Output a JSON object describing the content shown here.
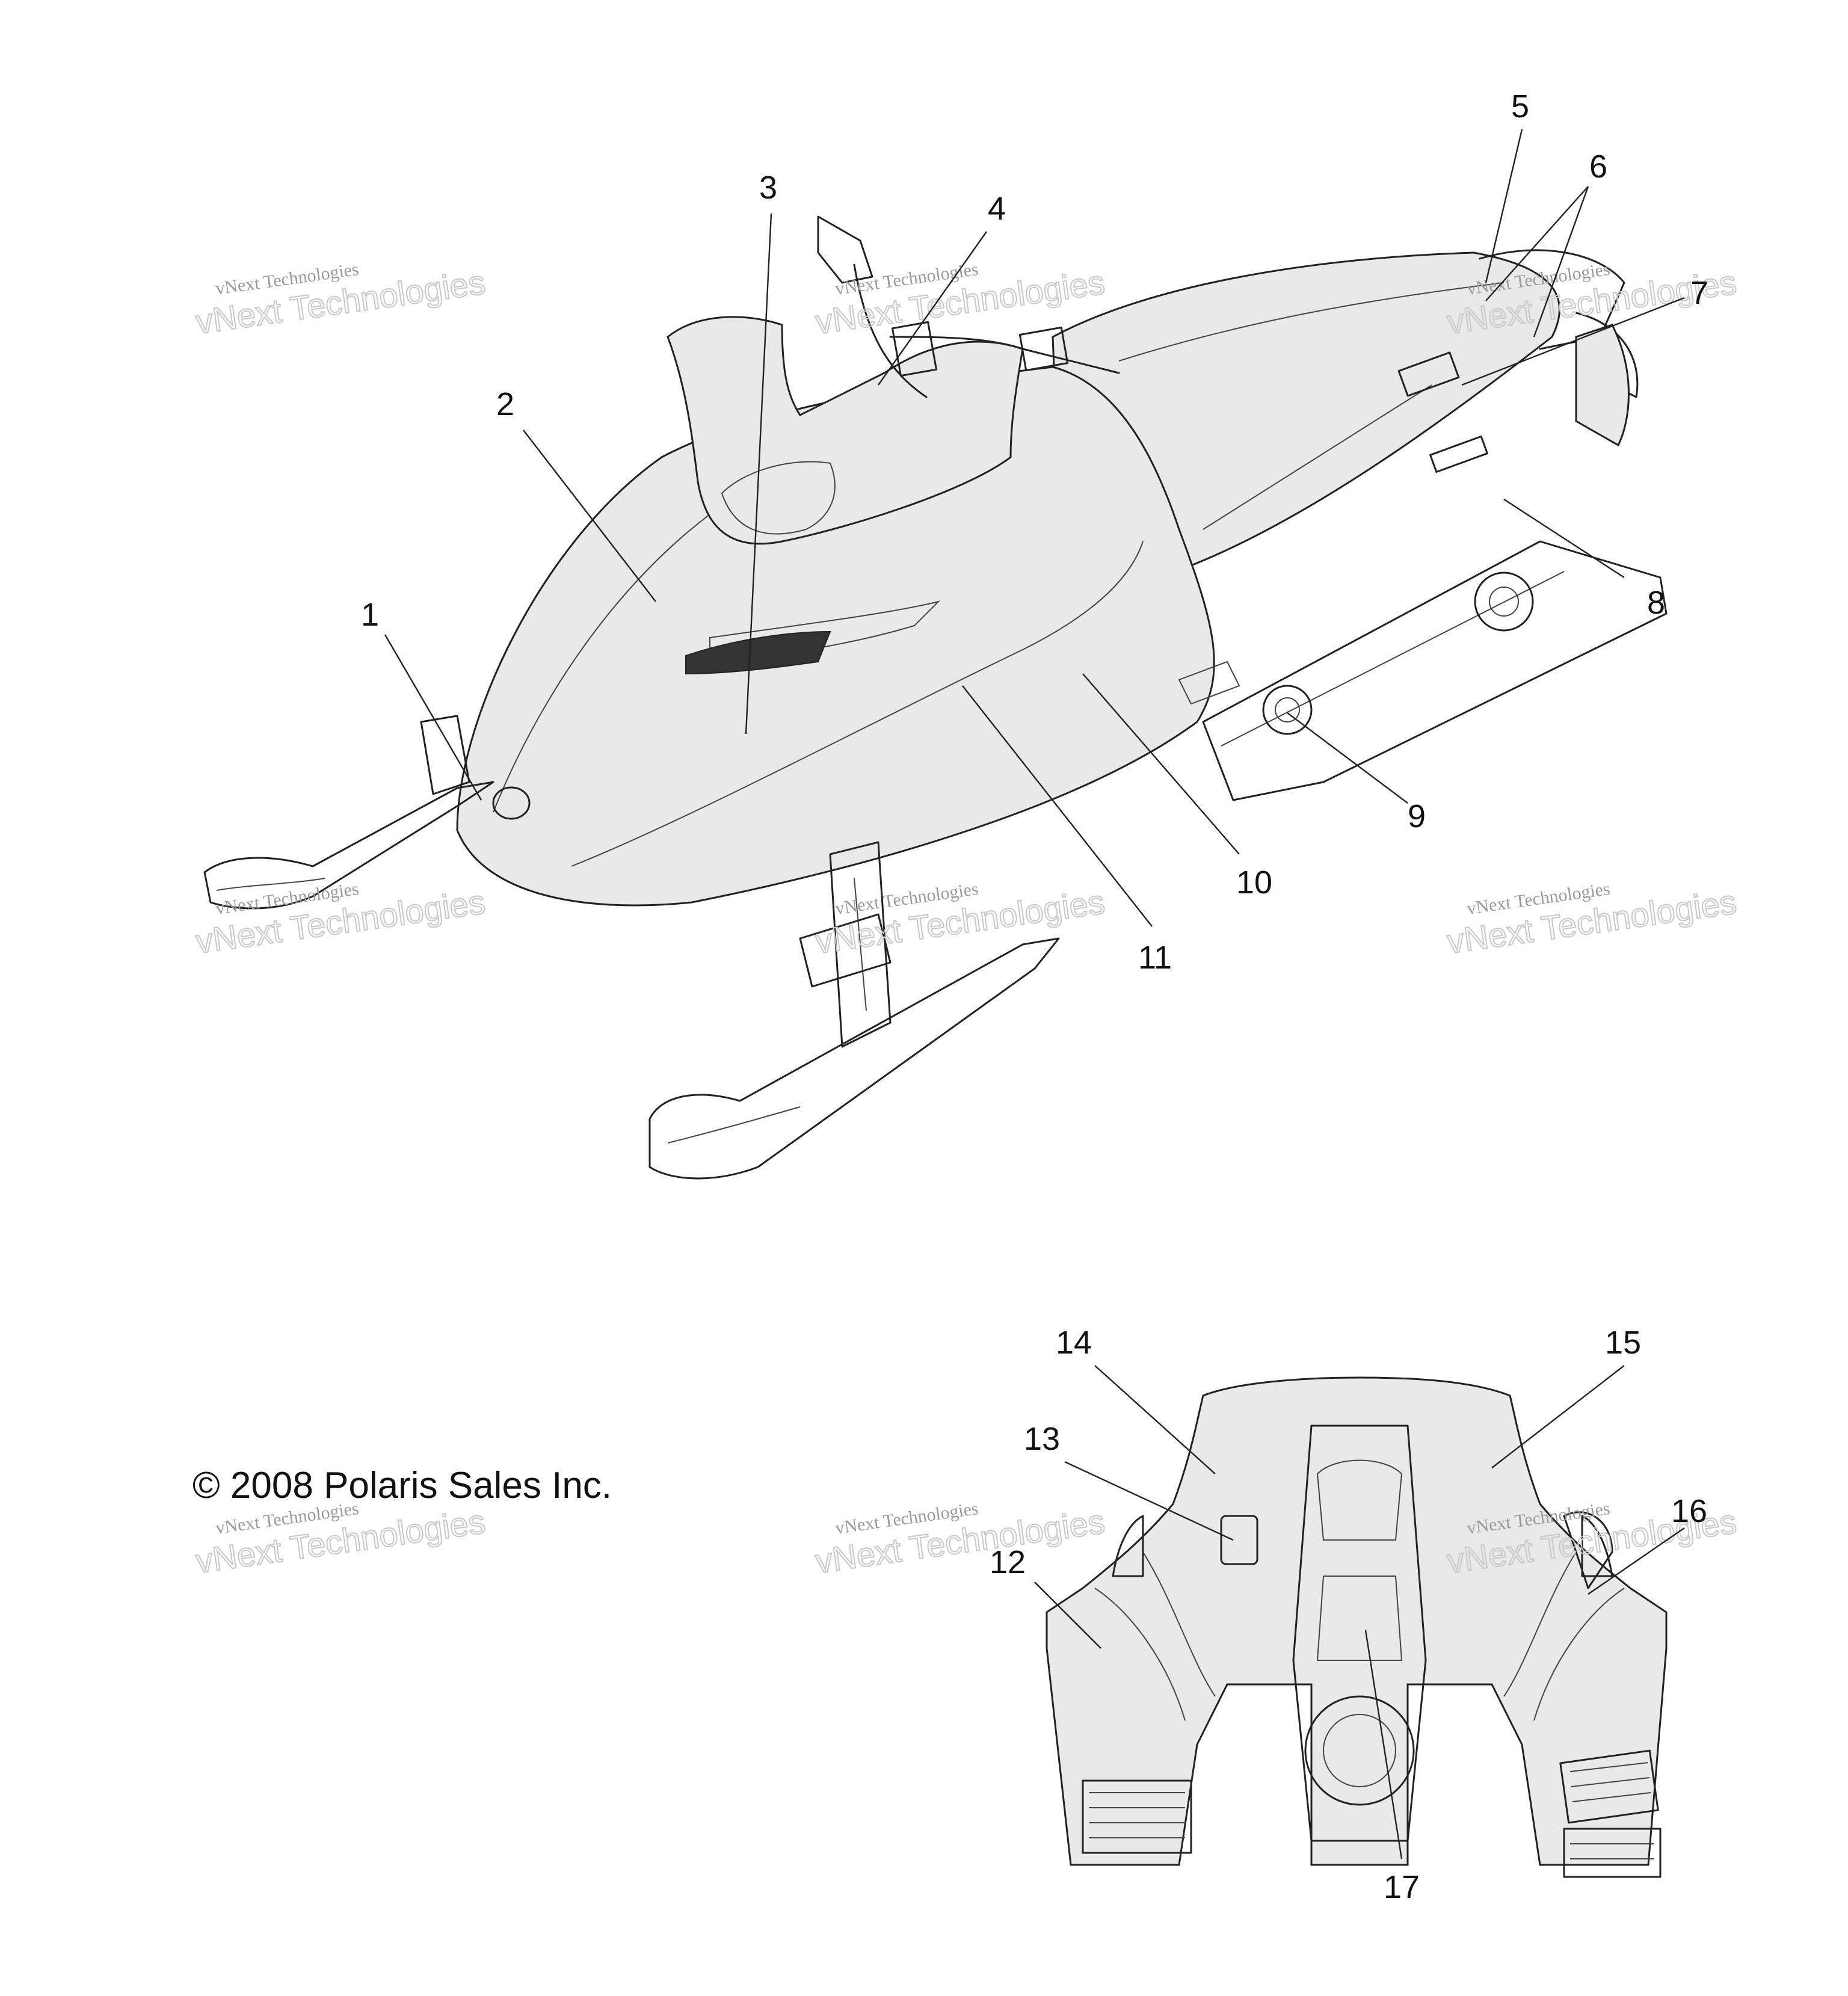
{
  "copyright": "© 2008 Polaris Sales Inc.",
  "watermark": {
    "line1": "vNext Technologies",
    "line2": "vNext Technologies"
  },
  "callouts": [
    {
      "id": "1",
      "label": "1"
    },
    {
      "id": "2",
      "label": "2"
    },
    {
      "id": "3",
      "label": "3"
    },
    {
      "id": "4",
      "label": "4"
    },
    {
      "id": "5",
      "label": "5"
    },
    {
      "id": "6",
      "label": "6"
    },
    {
      "id": "7",
      "label": "7"
    },
    {
      "id": "8",
      "label": "8"
    },
    {
      "id": "9",
      "label": "9"
    },
    {
      "id": "10",
      "label": "10"
    },
    {
      "id": "11",
      "label": "11"
    },
    {
      "id": "12",
      "label": "12"
    },
    {
      "id": "13",
      "label": "13"
    },
    {
      "id": "14",
      "label": "14"
    },
    {
      "id": "15",
      "label": "15"
    },
    {
      "id": "16",
      "label": "16"
    },
    {
      "id": "17",
      "label": "17"
    }
  ]
}
